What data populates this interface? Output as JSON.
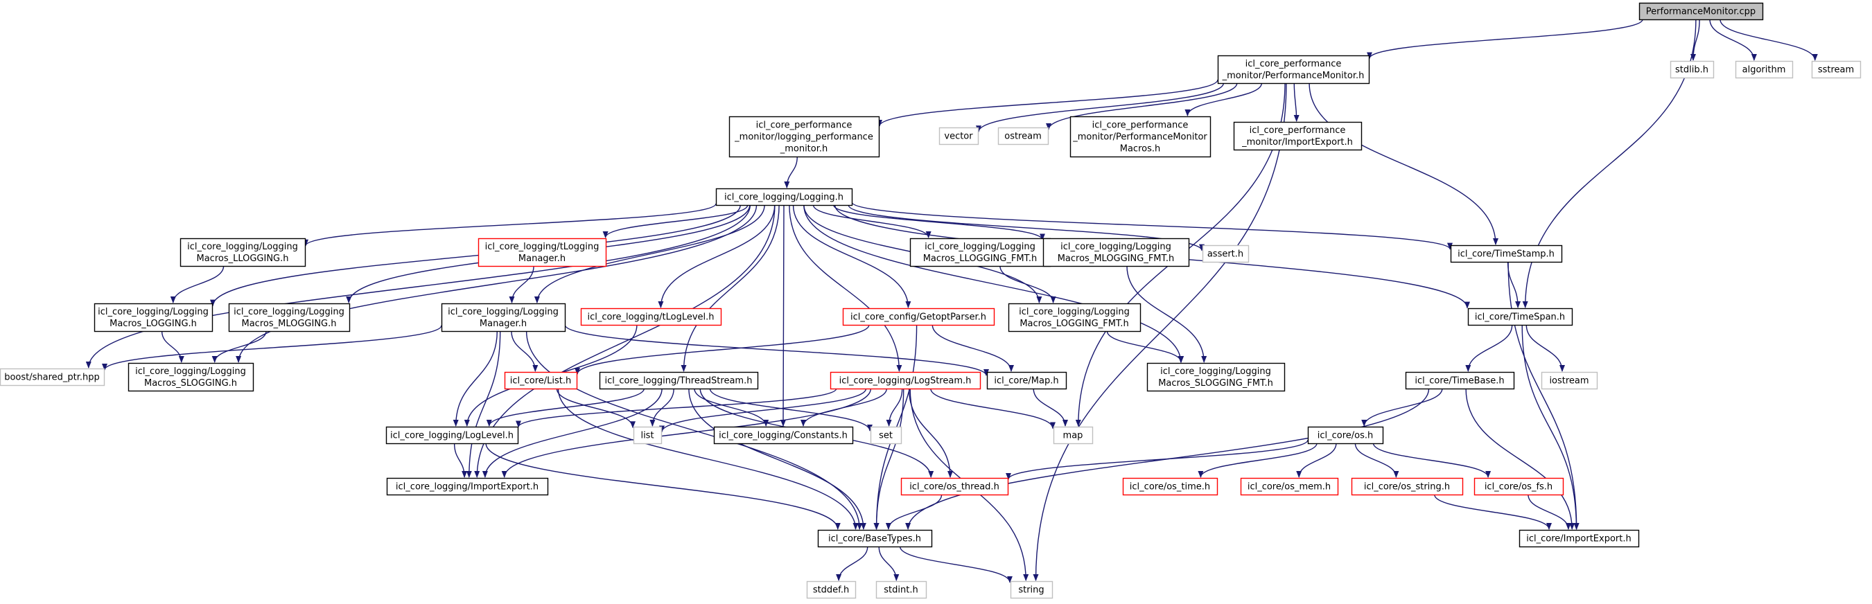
{
  "colors": {
    "edge": "#191970",
    "documented": "#000000",
    "incomplete": "#ff0000",
    "external": "#bfbfbf",
    "root_fill": "#bfbfbf"
  },
  "nodes": [
    {
      "id": "root",
      "kind": "root",
      "lines": [
        "PerformanceMonitor.cpp"
      ]
    },
    {
      "id": "pm_h",
      "kind": "black",
      "lines": [
        "icl_core_performance",
        "_monitor/PerformanceMonitor.h"
      ]
    },
    {
      "id": "stdlib",
      "kind": "gray",
      "lines": [
        "stdlib.h"
      ]
    },
    {
      "id": "algorithm",
      "kind": "gray",
      "lines": [
        "algorithm"
      ]
    },
    {
      "id": "sstream",
      "kind": "gray",
      "lines": [
        "sstream"
      ]
    },
    {
      "id": "lpm_h",
      "kind": "black",
      "lines": [
        "icl_core_performance",
        "_monitor/logging_performance",
        "_monitor.h"
      ]
    },
    {
      "id": "vector",
      "kind": "gray",
      "lines": [
        "vector"
      ]
    },
    {
      "id": "ostream",
      "kind": "gray",
      "lines": [
        "ostream"
      ]
    },
    {
      "id": "pmm_h",
      "kind": "black",
      "lines": [
        "icl_core_performance",
        "_monitor/PerformanceMonitor",
        "Macros.h"
      ]
    },
    {
      "id": "pie_h",
      "kind": "black",
      "lines": [
        "icl_core_performance",
        "_monitor/ImportExport.h"
      ]
    },
    {
      "id": "logging_h",
      "kind": "black",
      "lines": [
        "icl_core_logging/Logging.h"
      ]
    },
    {
      "id": "llogging_h",
      "kind": "black",
      "lines": [
        "icl_core_logging/Logging",
        "Macros_LLOGGING.h"
      ]
    },
    {
      "id": "tlogmgr_h",
      "kind": "red",
      "lines": [
        "icl_core_logging/tLogging",
        "Manager.h"
      ]
    },
    {
      "id": "lloggingfmt_h",
      "kind": "black",
      "lines": [
        "icl_core_logging/Logging",
        "Macros_LLOGGING_FMT.h"
      ]
    },
    {
      "id": "mloggingfmt_h",
      "kind": "black",
      "lines": [
        "icl_core_logging/Logging",
        "Macros_MLOGGING_FMT.h"
      ]
    },
    {
      "id": "assert_h",
      "kind": "gray",
      "lines": [
        "assert.h"
      ]
    },
    {
      "id": "timestamp_h",
      "kind": "black",
      "lines": [
        "icl_core/TimeStamp.h"
      ]
    },
    {
      "id": "loggingm_h",
      "kind": "black",
      "lines": [
        "icl_core_logging/Logging",
        "Macros_LOGGING.h"
      ]
    },
    {
      "id": "mlogging_h",
      "kind": "black",
      "lines": [
        "icl_core_logging/Logging",
        "Macros_MLOGGING.h"
      ]
    },
    {
      "id": "logmgr_h",
      "kind": "black",
      "lines": [
        "icl_core_logging/Logging",
        "Manager.h"
      ]
    },
    {
      "id": "tloglevel_h",
      "kind": "red",
      "lines": [
        "icl_core_logging/tLogLevel.h"
      ]
    },
    {
      "id": "getopt_h",
      "kind": "red",
      "lines": [
        "icl_core_config/GetoptParser.h"
      ]
    },
    {
      "id": "loggingfmt_h",
      "kind": "black",
      "lines": [
        "icl_core_logging/Logging",
        "Macros_LOGGING_FMT.h"
      ]
    },
    {
      "id": "timespan_h",
      "kind": "black",
      "lines": [
        "icl_core/TimeSpan.h"
      ]
    },
    {
      "id": "boost",
      "kind": "gray",
      "lines": [
        "boost/shared_ptr.hpp"
      ]
    },
    {
      "id": "slogging_h",
      "kind": "black",
      "lines": [
        "icl_core_logging/Logging",
        "Macros_SLOGGING.h"
      ]
    },
    {
      "id": "list_h",
      "kind": "red",
      "lines": [
        "icl_core/List.h"
      ]
    },
    {
      "id": "threadstream_h",
      "kind": "black",
      "lines": [
        "icl_core_logging/ThreadStream.h"
      ]
    },
    {
      "id": "logstream_h",
      "kind": "red",
      "lines": [
        "icl_core_logging/LogStream.h"
      ]
    },
    {
      "id": "map_h",
      "kind": "black",
      "lines": [
        "icl_core/Map.h"
      ]
    },
    {
      "id": "sloggingfmt_h",
      "kind": "black",
      "lines": [
        "icl_core_logging/Logging",
        "Macros_SLOGGING_FMT.h"
      ]
    },
    {
      "id": "timebase_h",
      "kind": "black",
      "lines": [
        "icl_core/TimeBase.h"
      ]
    },
    {
      "id": "iostream",
      "kind": "gray",
      "lines": [
        "iostream"
      ]
    },
    {
      "id": "loglevel_h",
      "kind": "black",
      "lines": [
        "icl_core_logging/LogLevel.h"
      ]
    },
    {
      "id": "list",
      "kind": "gray",
      "lines": [
        "list"
      ]
    },
    {
      "id": "constants_h",
      "kind": "black",
      "lines": [
        "icl_core_logging/Constants.h"
      ]
    },
    {
      "id": "set",
      "kind": "gray",
      "lines": [
        "set"
      ]
    },
    {
      "id": "map",
      "kind": "gray",
      "lines": [
        "map"
      ]
    },
    {
      "id": "os_h",
      "kind": "black",
      "lines": [
        "icl_core/os.h"
      ]
    },
    {
      "id": "lie_h",
      "kind": "black",
      "lines": [
        "icl_core_logging/ImportExport.h"
      ]
    },
    {
      "id": "osthread_h",
      "kind": "red",
      "lines": [
        "icl_core/os_thread.h"
      ]
    },
    {
      "id": "ostime_h",
      "kind": "red",
      "lines": [
        "icl_core/os_time.h"
      ]
    },
    {
      "id": "osmem_h",
      "kind": "red",
      "lines": [
        "icl_core/os_mem.h"
      ]
    },
    {
      "id": "osstring_h",
      "kind": "red",
      "lines": [
        "icl_core/os_string.h"
      ]
    },
    {
      "id": "osfs_h",
      "kind": "red",
      "lines": [
        "icl_core/os_fs.h"
      ]
    },
    {
      "id": "basetypes_h",
      "kind": "black",
      "lines": [
        "icl_core/BaseTypes.h"
      ]
    },
    {
      "id": "cie_h",
      "kind": "black",
      "lines": [
        "icl_core/ImportExport.h"
      ]
    },
    {
      "id": "stddef",
      "kind": "gray",
      "lines": [
        "stddef.h"
      ]
    },
    {
      "id": "stdint",
      "kind": "gray",
      "lines": [
        "stdint.h"
      ]
    },
    {
      "id": "string",
      "kind": "gray",
      "lines": [
        "string"
      ]
    }
  ],
  "edges": [
    [
      "root",
      "pm_h"
    ],
    [
      "root",
      "stdlib"
    ],
    [
      "root",
      "algorithm"
    ],
    [
      "root",
      "sstream"
    ],
    [
      "root",
      "timespan_h"
    ],
    [
      "pm_h",
      "lpm_h"
    ],
    [
      "pm_h",
      "vector"
    ],
    [
      "pm_h",
      "ostream"
    ],
    [
      "pm_h",
      "pmm_h"
    ],
    [
      "pm_h",
      "pie_h"
    ],
    [
      "pm_h",
      "timestamp_h"
    ],
    [
      "pm_h",
      "map"
    ],
    [
      "pm_h",
      "string"
    ],
    [
      "lpm_h",
      "logging_h"
    ],
    [
      "logging_h",
      "llogging_h"
    ],
    [
      "logging_h",
      "tlogmgr_h"
    ],
    [
      "logging_h",
      "lloggingfmt_h"
    ],
    [
      "logging_h",
      "mloggingfmt_h"
    ],
    [
      "logging_h",
      "assert_h"
    ],
    [
      "logging_h",
      "timestamp_h"
    ],
    [
      "logging_h",
      "loggingm_h"
    ],
    [
      "logging_h",
      "mlogging_h"
    ],
    [
      "logging_h",
      "logmgr_h"
    ],
    [
      "logging_h",
      "tloglevel_h"
    ],
    [
      "logging_h",
      "getopt_h"
    ],
    [
      "logging_h",
      "loggingfmt_h"
    ],
    [
      "logging_h",
      "timespan_h"
    ],
    [
      "logging_h",
      "boost"
    ],
    [
      "logging_h",
      "slogging_h"
    ],
    [
      "logging_h",
      "threadstream_h"
    ],
    [
      "logging_h",
      "logstream_h"
    ],
    [
      "logging_h",
      "sloggingfmt_h"
    ],
    [
      "logging_h",
      "constants_h"
    ],
    [
      "logging_h",
      "lie_h"
    ],
    [
      "llogging_h",
      "loggingm_h"
    ],
    [
      "tlogmgr_h",
      "logmgr_h"
    ],
    [
      "lloggingfmt_h",
      "loggingfmt_h"
    ],
    [
      "mloggingfmt_h",
      "sloggingfmt_h"
    ],
    [
      "timestamp_h",
      "timespan_h"
    ],
    [
      "timestamp_h",
      "cie_h"
    ],
    [
      "loggingm_h",
      "slogging_h"
    ],
    [
      "mlogging_h",
      "slogging_h"
    ],
    [
      "logmgr_h",
      "boost"
    ],
    [
      "logmgr_h",
      "list_h"
    ],
    [
      "logmgr_h",
      "map_h"
    ],
    [
      "logmgr_h",
      "loglevel_h"
    ],
    [
      "logmgr_h",
      "lie_h"
    ],
    [
      "logmgr_h",
      "basetypes_h"
    ],
    [
      "tloglevel_h",
      "loglevel_h"
    ],
    [
      "getopt_h",
      "list_h"
    ],
    [
      "getopt_h",
      "map_h"
    ],
    [
      "getopt_h",
      "basetypes_h"
    ],
    [
      "loggingfmt_h",
      "sloggingfmt_h"
    ],
    [
      "timespan_h",
      "timebase_h"
    ],
    [
      "timespan_h",
      "iostream"
    ],
    [
      "timespan_h",
      "cie_h"
    ],
    [
      "list_h",
      "list"
    ],
    [
      "list_h",
      "basetypes_h"
    ],
    [
      "threadstream_h",
      "loglevel_h"
    ],
    [
      "threadstream_h",
      "list"
    ],
    [
      "threadstream_h",
      "constants_h"
    ],
    [
      "threadstream_h",
      "set"
    ],
    [
      "threadstream_h",
      "lie_h"
    ],
    [
      "threadstream_h",
      "osthread_h"
    ],
    [
      "threadstream_h",
      "basetypes_h"
    ],
    [
      "logstream_h",
      "loglevel_h"
    ],
    [
      "logstream_h",
      "list"
    ],
    [
      "logstream_h",
      "constants_h"
    ],
    [
      "logstream_h",
      "set"
    ],
    [
      "logstream_h",
      "map"
    ],
    [
      "logstream_h",
      "lie_h"
    ],
    [
      "logstream_h",
      "osthread_h"
    ],
    [
      "logstream_h",
      "basetypes_h"
    ],
    [
      "logstream_h",
      "string"
    ],
    [
      "map_h",
      "map"
    ],
    [
      "timebase_h",
      "os_h"
    ],
    [
      "timebase_h",
      "basetypes_h"
    ],
    [
      "timebase_h",
      "cie_h"
    ],
    [
      "loglevel_h",
      "lie_h"
    ],
    [
      "loglevel_h",
      "basetypes_h"
    ],
    [
      "os_h",
      "osthread_h"
    ],
    [
      "os_h",
      "ostime_h"
    ],
    [
      "os_h",
      "osmem_h"
    ],
    [
      "os_h",
      "osstring_h"
    ],
    [
      "os_h",
      "osfs_h"
    ],
    [
      "osthread_h",
      "basetypes_h"
    ],
    [
      "osstring_h",
      "cie_h"
    ],
    [
      "osfs_h",
      "cie_h"
    ],
    [
      "basetypes_h",
      "stddef"
    ],
    [
      "basetypes_h",
      "stdint"
    ],
    [
      "basetypes_h",
      "string"
    ]
  ]
}
